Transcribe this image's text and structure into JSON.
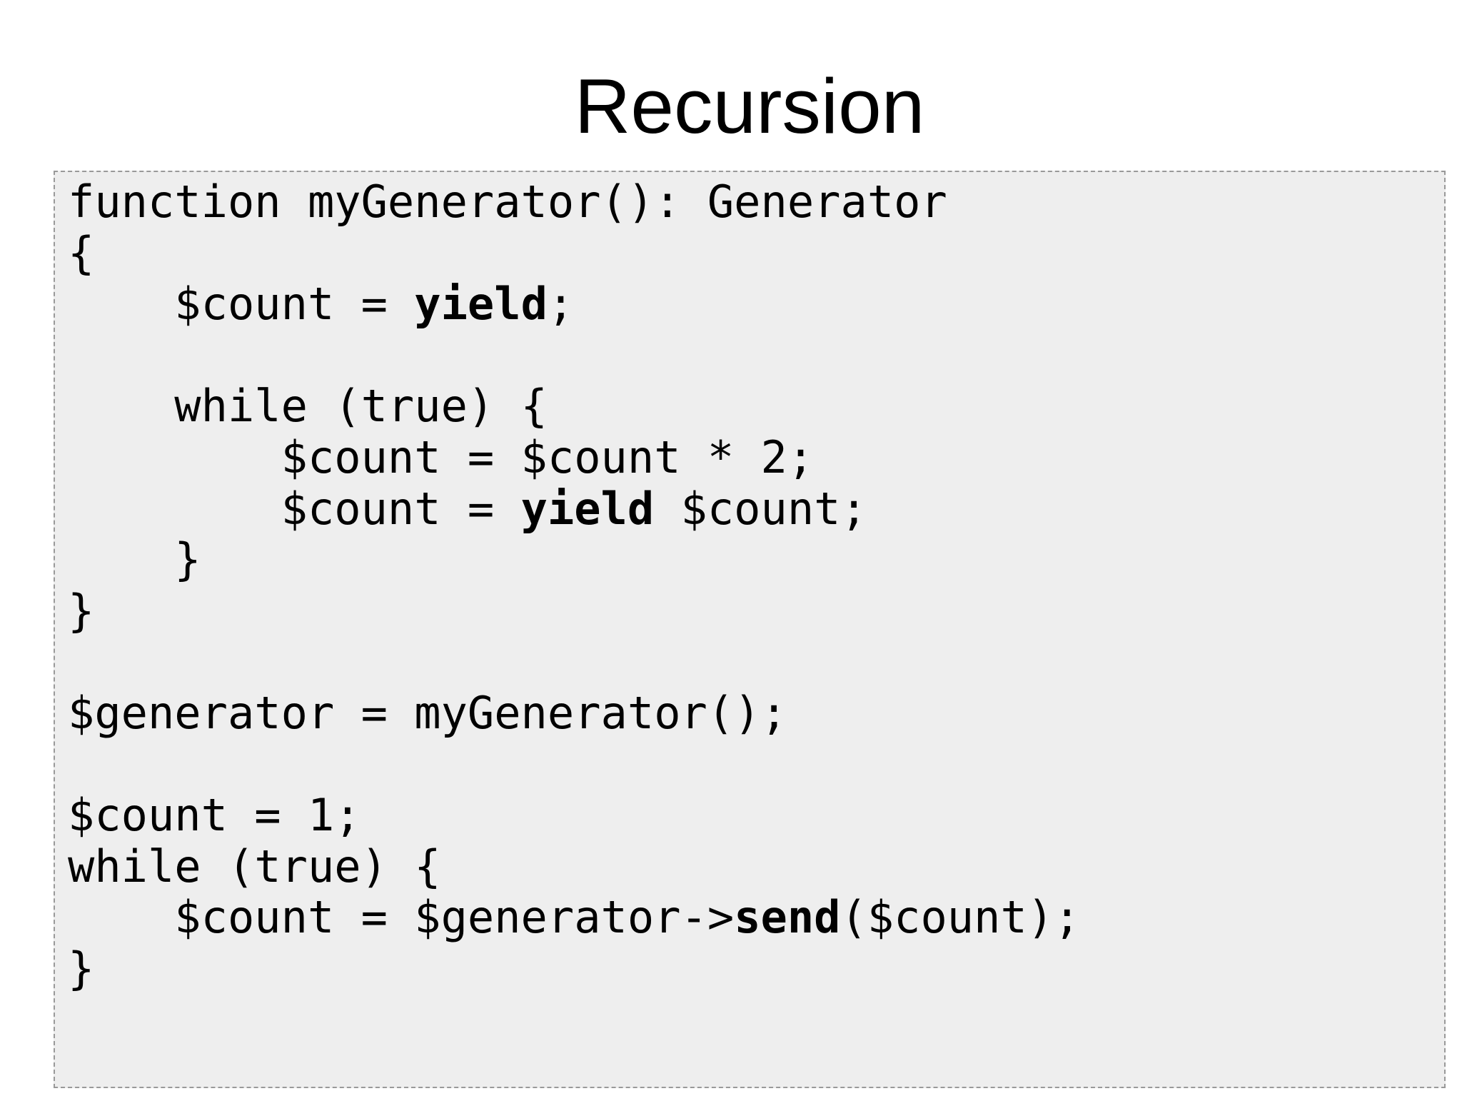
{
  "slide": {
    "title": "Recursion"
  },
  "colors": {
    "page_bg": "#ffffff",
    "code_bg": "#eeeeee",
    "code_border": "#999999",
    "text": "#000000"
  },
  "code_block": {
    "language": "php",
    "lines": [
      [
        {
          "t": "function myGenerator(): Generator"
        }
      ],
      [
        {
          "t": "{"
        }
      ],
      [
        {
          "t": "    $count = "
        },
        {
          "t": "yield",
          "b": true
        },
        {
          "t": ";"
        }
      ],
      [
        {
          "t": ""
        }
      ],
      [
        {
          "t": "    while (true) {"
        }
      ],
      [
        {
          "t": "        $count = $count * 2;"
        }
      ],
      [
        {
          "t": "        $count = "
        },
        {
          "t": "yield",
          "b": true
        },
        {
          "t": " $count;"
        }
      ],
      [
        {
          "t": "    }"
        }
      ],
      [
        {
          "t": "}"
        }
      ],
      [
        {
          "t": ""
        }
      ],
      [
        {
          "t": "$generator = myGenerator();"
        }
      ],
      [
        {
          "t": ""
        }
      ],
      [
        {
          "t": "$count = 1;"
        }
      ],
      [
        {
          "t": "while (true) {"
        }
      ],
      [
        {
          "t": "    $count = $generator->"
        },
        {
          "t": "send",
          "b": true
        },
        {
          "t": "($count);"
        }
      ],
      [
        {
          "t": "}"
        }
      ]
    ]
  }
}
